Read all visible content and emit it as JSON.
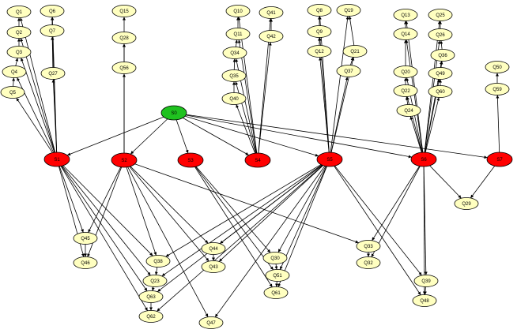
{
  "graph": {
    "colors": {
      "root_fill": "#1fc21f",
      "s_fill": "#ff0000",
      "q_fill": "#ffffc0",
      "stroke": "#000000"
    },
    "nodes": [
      {
        "id": "S0",
        "kind": "root"
      },
      {
        "id": "S1",
        "kind": "s"
      },
      {
        "id": "S2",
        "kind": "s"
      },
      {
        "id": "S3",
        "kind": "s"
      },
      {
        "id": "S4",
        "kind": "s"
      },
      {
        "id": "S5",
        "kind": "s"
      },
      {
        "id": "S6",
        "kind": "s"
      },
      {
        "id": "S7",
        "kind": "s"
      },
      {
        "id": "Q1",
        "kind": "q"
      },
      {
        "id": "Q2",
        "kind": "q"
      },
      {
        "id": "Q3",
        "kind": "q"
      },
      {
        "id": "Q4",
        "kind": "q"
      },
      {
        "id": "Q5",
        "kind": "q"
      },
      {
        "id": "Q6",
        "kind": "q"
      },
      {
        "id": "Q7",
        "kind": "q"
      },
      {
        "id": "Q27",
        "kind": "q"
      },
      {
        "id": "Q15",
        "kind": "q"
      },
      {
        "id": "Q28",
        "kind": "q"
      },
      {
        "id": "Q56",
        "kind": "q"
      },
      {
        "id": "Q10",
        "kind": "q"
      },
      {
        "id": "Q11",
        "kind": "q"
      },
      {
        "id": "Q34",
        "kind": "q"
      },
      {
        "id": "Q35",
        "kind": "q"
      },
      {
        "id": "Q40",
        "kind": "q"
      },
      {
        "id": "Q41",
        "kind": "q"
      },
      {
        "id": "Q42",
        "kind": "q"
      },
      {
        "id": "Q8",
        "kind": "q"
      },
      {
        "id": "Q9",
        "kind": "q"
      },
      {
        "id": "Q12",
        "kind": "q"
      },
      {
        "id": "Q19",
        "kind": "q"
      },
      {
        "id": "Q21",
        "kind": "q"
      },
      {
        "id": "Q37",
        "kind": "q"
      },
      {
        "id": "Q13",
        "kind": "q"
      },
      {
        "id": "Q14",
        "kind": "q"
      },
      {
        "id": "Q20",
        "kind": "q"
      },
      {
        "id": "Q22",
        "kind": "q"
      },
      {
        "id": "Q24",
        "kind": "q"
      },
      {
        "id": "Q25",
        "kind": "q"
      },
      {
        "id": "Q26",
        "kind": "q"
      },
      {
        "id": "Q36",
        "kind": "q"
      },
      {
        "id": "Q49",
        "kind": "q"
      },
      {
        "id": "Q60",
        "kind": "q"
      },
      {
        "id": "Q50",
        "kind": "q"
      },
      {
        "id": "Q59",
        "kind": "q"
      },
      {
        "id": "Q29",
        "kind": "q"
      },
      {
        "id": "Q45",
        "kind": "q"
      },
      {
        "id": "Q46",
        "kind": "q"
      },
      {
        "id": "Q38",
        "kind": "q"
      },
      {
        "id": "Q23",
        "kind": "q"
      },
      {
        "id": "Q63",
        "kind": "q"
      },
      {
        "id": "Q62",
        "kind": "q"
      },
      {
        "id": "Q44",
        "kind": "q"
      },
      {
        "id": "Q43",
        "kind": "q"
      },
      {
        "id": "Q47",
        "kind": "q"
      },
      {
        "id": "Q30",
        "kind": "q"
      },
      {
        "id": "Q51",
        "kind": "q"
      },
      {
        "id": "Q61",
        "kind": "q"
      },
      {
        "id": "Q33",
        "kind": "q"
      },
      {
        "id": "Q32",
        "kind": "q"
      },
      {
        "id": "Q39",
        "kind": "q"
      },
      {
        "id": "Q48",
        "kind": "q"
      }
    ],
    "edges": [
      [
        "S0",
        "S1"
      ],
      [
        "S0",
        "S2"
      ],
      [
        "S0",
        "S3"
      ],
      [
        "S0",
        "S4"
      ],
      [
        "S0",
        "S5"
      ],
      [
        "S0",
        "S6"
      ],
      [
        "S0",
        "S7"
      ],
      [
        "S1",
        "Q1"
      ],
      [
        "S1",
        "Q2"
      ],
      [
        "S1",
        "Q3"
      ],
      [
        "S1",
        "Q4"
      ],
      [
        "S1",
        "Q5"
      ],
      [
        "S1",
        "Q6"
      ],
      [
        "S1",
        "Q7"
      ],
      [
        "S1",
        "Q27"
      ],
      [
        "Q2",
        "Q1"
      ],
      [
        "Q3",
        "Q2"
      ],
      [
        "Q4",
        "Q3"
      ],
      [
        "Q5",
        "Q4"
      ],
      [
        "Q7",
        "Q6"
      ],
      [
        "Q27",
        "Q7"
      ],
      [
        "S1",
        "Q45"
      ],
      [
        "S1",
        "Q46"
      ],
      [
        "S1",
        "Q38"
      ],
      [
        "S1",
        "Q23"
      ],
      [
        "S1",
        "Q63"
      ],
      [
        "S1",
        "Q62"
      ],
      [
        "Q45",
        "Q46"
      ],
      [
        "S2",
        "Q56"
      ],
      [
        "S2",
        "Q28"
      ],
      [
        "Q56",
        "Q28"
      ],
      [
        "Q28",
        "Q15"
      ],
      [
        "S2",
        "Q45"
      ],
      [
        "S2",
        "Q46"
      ],
      [
        "S2",
        "Q44"
      ],
      [
        "S2",
        "Q43"
      ],
      [
        "S2",
        "Q47"
      ],
      [
        "S2",
        "Q33"
      ],
      [
        "S2",
        "Q38"
      ],
      [
        "S3",
        "Q30"
      ],
      [
        "S3",
        "Q51"
      ],
      [
        "S3",
        "Q61"
      ],
      [
        "S4",
        "Q40"
      ],
      [
        "S4",
        "Q35"
      ],
      [
        "S4",
        "Q34"
      ],
      [
        "S4",
        "Q11"
      ],
      [
        "S4",
        "Q10"
      ],
      [
        "S4",
        "Q42"
      ],
      [
        "S4",
        "Q41"
      ],
      [
        "Q40",
        "Q35"
      ],
      [
        "Q35",
        "Q34"
      ],
      [
        "Q34",
        "Q11"
      ],
      [
        "Q11",
        "Q10"
      ],
      [
        "Q42",
        "Q41"
      ],
      [
        "S5",
        "Q12"
      ],
      [
        "S5",
        "Q9"
      ],
      [
        "S5",
        "Q8"
      ],
      [
        "S5",
        "Q37"
      ],
      [
        "S5",
        "Q21"
      ],
      [
        "S5",
        "Q19"
      ],
      [
        "Q12",
        "Q9"
      ],
      [
        "Q9",
        "Q8"
      ],
      [
        "Q37",
        "Q21"
      ],
      [
        "Q21",
        "Q19"
      ],
      [
        "S5",
        "Q44"
      ],
      [
        "S5",
        "Q43"
      ],
      [
        "S5",
        "Q38"
      ],
      [
        "S5",
        "Q23"
      ],
      [
        "S5",
        "Q63"
      ],
      [
        "S5",
        "Q62"
      ],
      [
        "S5",
        "Q47"
      ],
      [
        "S5",
        "Q30"
      ],
      [
        "S5",
        "Q51"
      ],
      [
        "S5",
        "Q61"
      ],
      [
        "S5",
        "Q39"
      ],
      [
        "S5",
        "Q48"
      ],
      [
        "S6",
        "Q24"
      ],
      [
        "S6",
        "Q22"
      ],
      [
        "S6",
        "Q20"
      ],
      [
        "S6",
        "Q14"
      ],
      [
        "S6",
        "Q13"
      ],
      [
        "S6",
        "Q60"
      ],
      [
        "S6",
        "Q49"
      ],
      [
        "S6",
        "Q36"
      ],
      [
        "S6",
        "Q26"
      ],
      [
        "S6",
        "Q25"
      ],
      [
        "Q24",
        "Q22"
      ],
      [
        "Q22",
        "Q20"
      ],
      [
        "Q20",
        "Q14"
      ],
      [
        "Q14",
        "Q13"
      ],
      [
        "Q60",
        "Q49"
      ],
      [
        "Q49",
        "Q36"
      ],
      [
        "Q36",
        "Q26"
      ],
      [
        "Q26",
        "Q25"
      ],
      [
        "S6",
        "Q29"
      ],
      [
        "S6",
        "Q33"
      ],
      [
        "S6",
        "Q32"
      ],
      [
        "S6",
        "Q39"
      ],
      [
        "S6",
        "Q48"
      ],
      [
        "S7",
        "Q59"
      ],
      [
        "Q59",
        "Q50"
      ],
      [
        "S7",
        "Q29"
      ],
      [
        "Q44",
        "Q43"
      ],
      [
        "Q38",
        "Q23"
      ],
      [
        "Q23",
        "Q63"
      ],
      [
        "Q63",
        "Q62"
      ],
      [
        "Q30",
        "Q51"
      ],
      [
        "Q51",
        "Q61"
      ],
      [
        "Q33",
        "Q32"
      ],
      [
        "Q39",
        "Q48"
      ]
    ]
  }
}
